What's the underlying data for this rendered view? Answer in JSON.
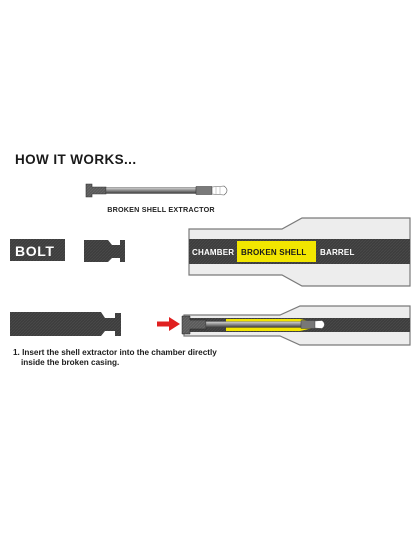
{
  "heading": "HOW IT WORKS...",
  "tool_label": "BROKEN SHELL EXTRACTOR",
  "bolt_label": "BOLT",
  "barrel_labels": {
    "chamber": "CHAMBER",
    "broken_shell": "BROKEN SHELL",
    "barrel": "BARREL"
  },
  "step1": {
    "line1": "1. Insert the shell extractor into the chamber directly",
    "line2": "inside the broken casing."
  },
  "colors": {
    "dark_metal": "#3a3a3a",
    "shell_yellow": "#f2e600",
    "arrow_red": "#e02020",
    "barrel_outline": "#777777",
    "barrel_fill": "#ededed"
  }
}
